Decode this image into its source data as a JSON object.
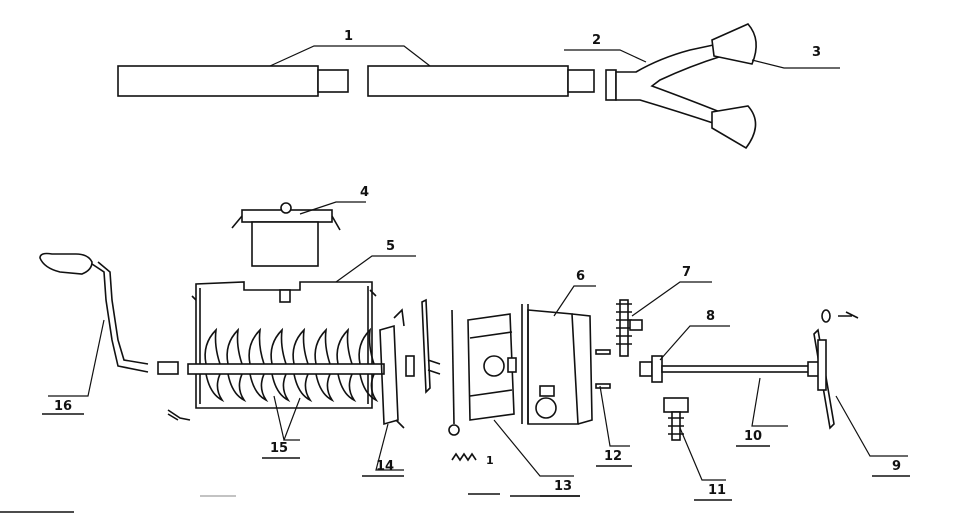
{
  "diagram": {
    "callouts": [
      {
        "id": "c1",
        "text": "1"
      },
      {
        "id": "c2",
        "text": "2"
      },
      {
        "id": "c3",
        "text": "3"
      },
      {
        "id": "c4",
        "text": "4"
      },
      {
        "id": "c5",
        "text": "5"
      },
      {
        "id": "c6",
        "text": "6"
      },
      {
        "id": "c7",
        "text": "7"
      },
      {
        "id": "c8",
        "text": "8"
      },
      {
        "id": "c9",
        "text": "9"
      },
      {
        "id": "c10",
        "text": "10"
      },
      {
        "id": "c11",
        "text": "11"
      },
      {
        "id": "c12",
        "text": "12"
      },
      {
        "id": "c13",
        "text": "13"
      },
      {
        "id": "c14",
        "text": "14"
      },
      {
        "id": "c15",
        "text": "15"
      },
      {
        "id": "c16",
        "text": "16"
      }
    ],
    "small_mark": "1"
  }
}
